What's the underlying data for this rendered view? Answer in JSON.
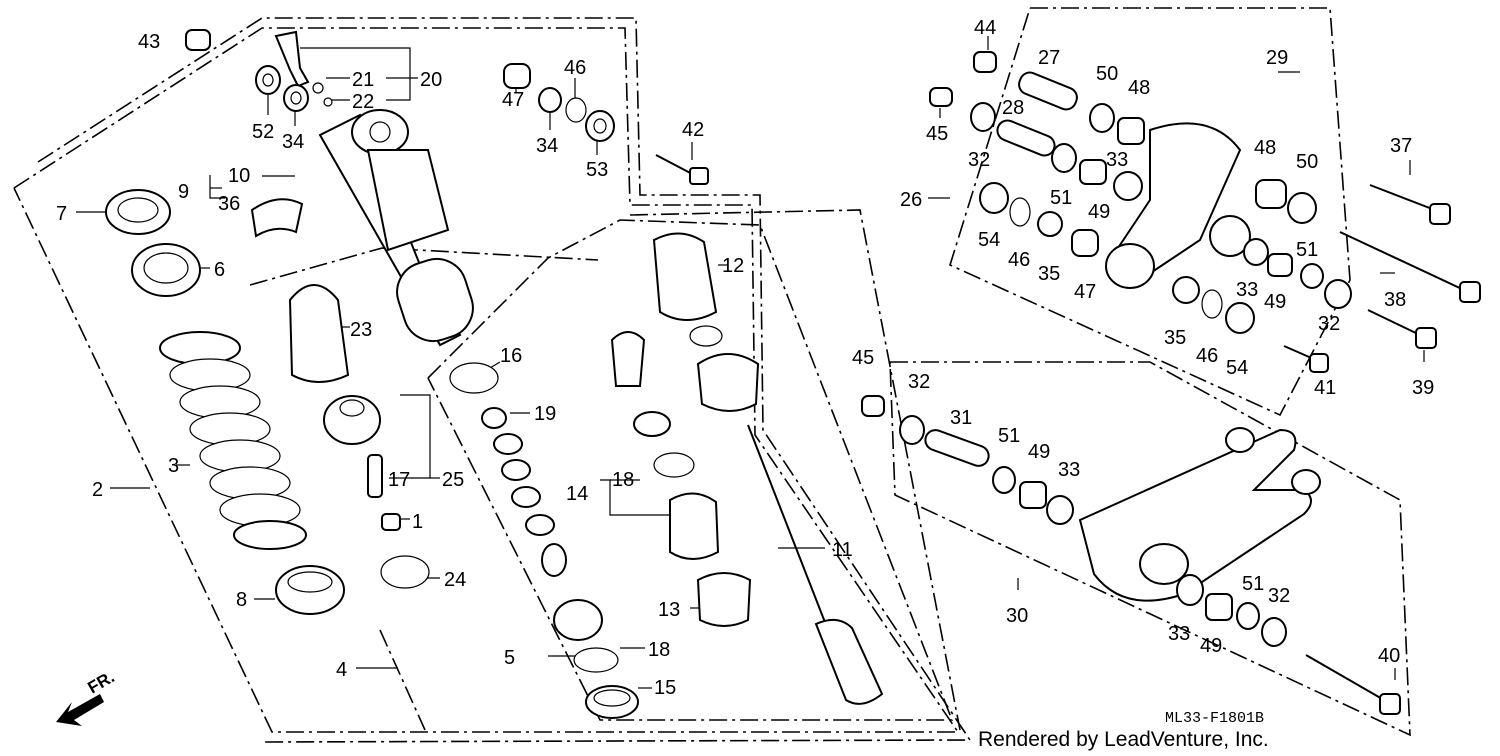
{
  "diagram": {
    "code": "ML33-F1801B",
    "credit": "Rendered by LeadVenture, Inc.",
    "direction": "FR."
  },
  "labels": [
    {
      "id": "l1",
      "text": "1"
    },
    {
      "id": "l2",
      "text": "2"
    },
    {
      "id": "l3",
      "text": "3"
    },
    {
      "id": "l4",
      "text": "4"
    },
    {
      "id": "l5",
      "text": "5"
    },
    {
      "id": "l6",
      "text": "6"
    },
    {
      "id": "l7",
      "text": "7"
    },
    {
      "id": "l8",
      "text": "8"
    },
    {
      "id": "l9",
      "text": "9"
    },
    {
      "id": "l10",
      "text": "10"
    },
    {
      "id": "l11",
      "text": "11"
    },
    {
      "id": "l12",
      "text": "12"
    },
    {
      "id": "l13",
      "text": "13"
    },
    {
      "id": "l14",
      "text": "14"
    },
    {
      "id": "l15",
      "text": "15"
    },
    {
      "id": "l16",
      "text": "16"
    },
    {
      "id": "l17",
      "text": "17"
    },
    {
      "id": "l18a",
      "text": "18"
    },
    {
      "id": "l18b",
      "text": "18"
    },
    {
      "id": "l19",
      "text": "19"
    },
    {
      "id": "l20",
      "text": "20"
    },
    {
      "id": "l21",
      "text": "21"
    },
    {
      "id": "l22",
      "text": "22"
    },
    {
      "id": "l23",
      "text": "23"
    },
    {
      "id": "l24",
      "text": "24"
    },
    {
      "id": "l25",
      "text": "25"
    },
    {
      "id": "l26",
      "text": "26"
    },
    {
      "id": "l27",
      "text": "27"
    },
    {
      "id": "l28",
      "text": "28"
    },
    {
      "id": "l29",
      "text": "29"
    },
    {
      "id": "l30",
      "text": "30"
    },
    {
      "id": "l31",
      "text": "31"
    },
    {
      "id": "l32a",
      "text": "32"
    },
    {
      "id": "l32b",
      "text": "32"
    },
    {
      "id": "l32c",
      "text": "32"
    },
    {
      "id": "l32d",
      "text": "32"
    },
    {
      "id": "l33a",
      "text": "33"
    },
    {
      "id": "l33b",
      "text": "33"
    },
    {
      "id": "l33c",
      "text": "33"
    },
    {
      "id": "l33d",
      "text": "33"
    },
    {
      "id": "l34a",
      "text": "34"
    },
    {
      "id": "l34b",
      "text": "34"
    },
    {
      "id": "l35a",
      "text": "35"
    },
    {
      "id": "l35b",
      "text": "35"
    },
    {
      "id": "l36",
      "text": "36"
    },
    {
      "id": "l37",
      "text": "37"
    },
    {
      "id": "l38",
      "text": "38"
    },
    {
      "id": "l39",
      "text": "39"
    },
    {
      "id": "l40",
      "text": "40"
    },
    {
      "id": "l41",
      "text": "41"
    },
    {
      "id": "l42",
      "text": "42"
    },
    {
      "id": "l43",
      "text": "43"
    },
    {
      "id": "l44",
      "text": "44"
    },
    {
      "id": "l45a",
      "text": "45"
    },
    {
      "id": "l45b",
      "text": "45"
    },
    {
      "id": "l46a",
      "text": "46"
    },
    {
      "id": "l46b",
      "text": "46"
    },
    {
      "id": "l46c",
      "text": "46"
    },
    {
      "id": "l47a",
      "text": "47"
    },
    {
      "id": "l47b",
      "text": "47"
    },
    {
      "id": "l48a",
      "text": "48"
    },
    {
      "id": "l48b",
      "text": "48"
    },
    {
      "id": "l49a",
      "text": "49"
    },
    {
      "id": "l49b",
      "text": "49"
    },
    {
      "id": "l49c",
      "text": "49"
    },
    {
      "id": "l49d",
      "text": "49"
    },
    {
      "id": "l50a",
      "text": "50"
    },
    {
      "id": "l50b",
      "text": "50"
    },
    {
      "id": "l51a",
      "text": "51"
    },
    {
      "id": "l51b",
      "text": "51"
    },
    {
      "id": "l51c",
      "text": "51"
    },
    {
      "id": "l51d",
      "text": "51"
    },
    {
      "id": "l52",
      "text": "52"
    },
    {
      "id": "l53",
      "text": "53"
    },
    {
      "id": "l54a",
      "text": "54"
    },
    {
      "id": "l54b",
      "text": "54"
    }
  ]
}
